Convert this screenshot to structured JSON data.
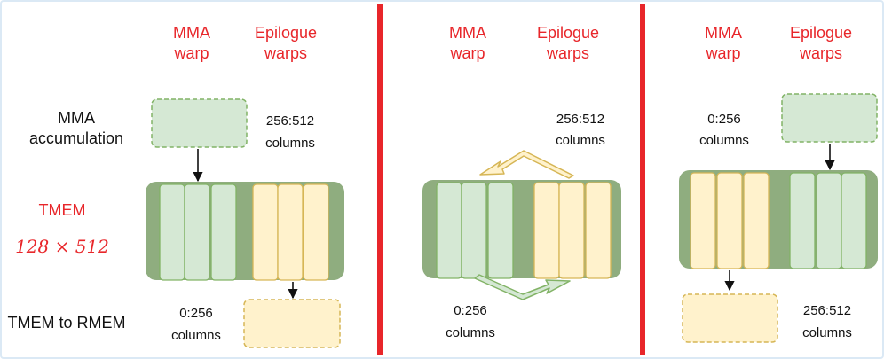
{
  "colors": {
    "header_red": "#e8262a",
    "divider_red": "#e8262a",
    "green_fill": "#d5e8d4",
    "green_stroke": "#82b366",
    "yellow_fill": "#fff2cc",
    "yellow_stroke": "#d6b656",
    "tmem_bg": "#8fad7f",
    "frame": "#dbe9f5"
  },
  "headers": {
    "mma_line1": "MMA",
    "mma_line2": "warp",
    "epi_line1": "Epilogue",
    "epi_line2": "warps"
  },
  "row_labels": {
    "mma_acc_line1": "MMA",
    "mma_acc_line2": "accumulation",
    "tmem": "TMEM",
    "tmem_dims": "128 × 512",
    "tmem_to_rmem": "TMEM to RMEM"
  },
  "panels": [
    {
      "acc_cols_line1": "256:512",
      "acc_cols_line2": "columns",
      "rmem_cols_line1": "0:256",
      "rmem_cols_line2": "columns"
    },
    {
      "acc_cols_line1": "256:512",
      "acc_cols_line2": "columns",
      "rmem_cols_line1": "0:256",
      "rmem_cols_line2": "columns"
    },
    {
      "acc_cols_line1": "0:256",
      "acc_cols_line2": "columns",
      "rmem_cols_line1": "256:512",
      "rmem_cols_line2": "columns"
    }
  ]
}
